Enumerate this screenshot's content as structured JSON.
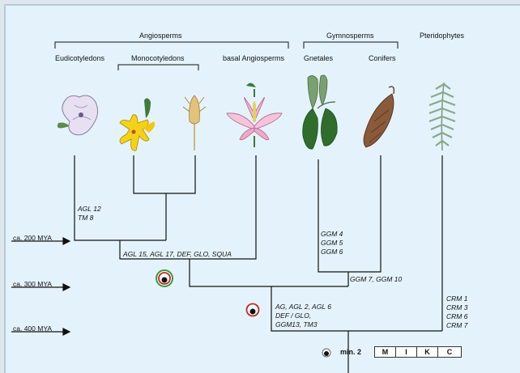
{
  "groups": {
    "angiosperms": "Angiosperms",
    "gymnosperms": "Gymnosperms",
    "pteridophytes": "Pteridophytes"
  },
  "subgroups": {
    "eudicotyledons": "Eudicotyledons",
    "monocotyledons": "Monocotyledons",
    "basal_angiosperms": "basal Angiosperms",
    "gnetales": "Gnetales",
    "conifers": "Conifers"
  },
  "time_markers": [
    "ca. 200 MYA",
    "ca. 300 MYA",
    "ca. 400 MYA"
  ],
  "gene_labels": {
    "eudicot_branch": [
      "AGL 12",
      "TM 8"
    ],
    "angiosperm_node": "AGL 15, AGL 17, DEF, GLO, SQUA",
    "gnetales_branch": [
      "GGM 4",
      "GGM 5",
      "GGM 6"
    ],
    "gymnosperm_node": "GGM 7, GGM 10",
    "seed_plant_node": [
      "AG, AGL 2, AGL 6",
      "DEF / GLO,",
      "GGM13, TM3"
    ],
    "pteridophyte_branch": [
      "CRM 1",
      "CRM 3",
      "CRM 6",
      "CRM 7"
    ]
  },
  "legend": {
    "min_label": "min. 2",
    "domains": [
      "M",
      "I",
      "K",
      "C"
    ]
  },
  "icons": [
    "flower-eudicot-icon",
    "lily-icon",
    "wheat-icon",
    "magnolia-icon",
    "gnetum-icon",
    "conifer-cone-icon",
    "fern-icon",
    "concentric-circle-icon"
  ],
  "colors": {
    "background": "#e4f3fb",
    "ring_green": "#3a9a3a",
    "ring_red": "#c0282a"
  }
}
